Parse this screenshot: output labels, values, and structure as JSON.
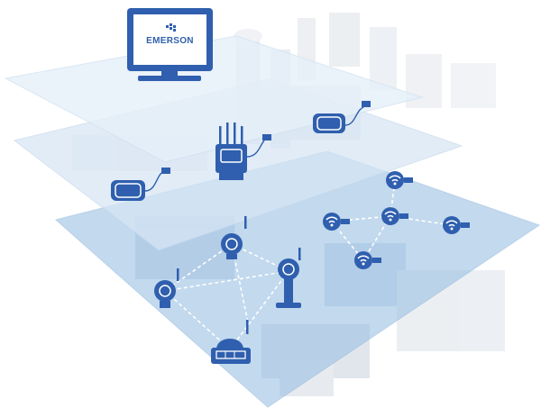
{
  "brand": {
    "name": "EMERSON"
  },
  "colors": {
    "device_blue": "#2f5fae",
    "device_blue_dark": "#27508f",
    "link_dashed": "#ffffff",
    "layer_top": "#e8f1fa",
    "layer_middle": "#dce9f6",
    "layer_bottom": "#9cc0e3",
    "plant_silhouette": "#d5dbe3"
  },
  "layers": [
    {
      "id": "control-system",
      "icon": "monitor-icon"
    },
    {
      "id": "wireless-gateway",
      "icon": "gateway-icon"
    },
    {
      "id": "field-devices",
      "icon": "wireless-device-icon"
    }
  ]
}
